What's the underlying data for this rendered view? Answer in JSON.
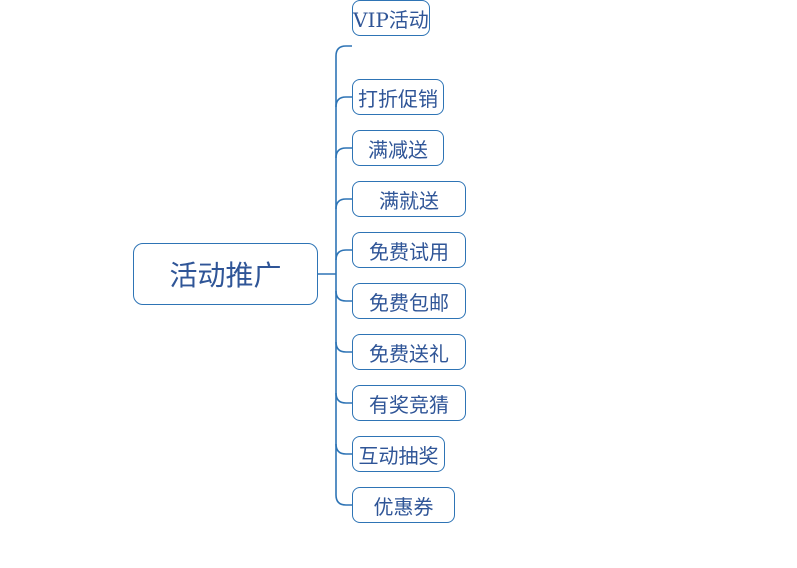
{
  "mindmap": {
    "root": {
      "label": "活动推广"
    },
    "children": [
      {
        "label": "打折促销"
      },
      {
        "label": "满减送"
      },
      {
        "label": "满就送"
      },
      {
        "label": "免费试用"
      },
      {
        "label": "免费包邮"
      },
      {
        "label": "免费送礼"
      },
      {
        "label": "有奖竞猜"
      },
      {
        "label": "互动抽奖"
      },
      {
        "label": "优惠券"
      },
      {
        "label": "VIP活动"
      }
    ],
    "colors": {
      "line": "#2E74B5",
      "border": "#2E74B5",
      "text": "#2F5597",
      "background": "#FFFFFF"
    }
  }
}
